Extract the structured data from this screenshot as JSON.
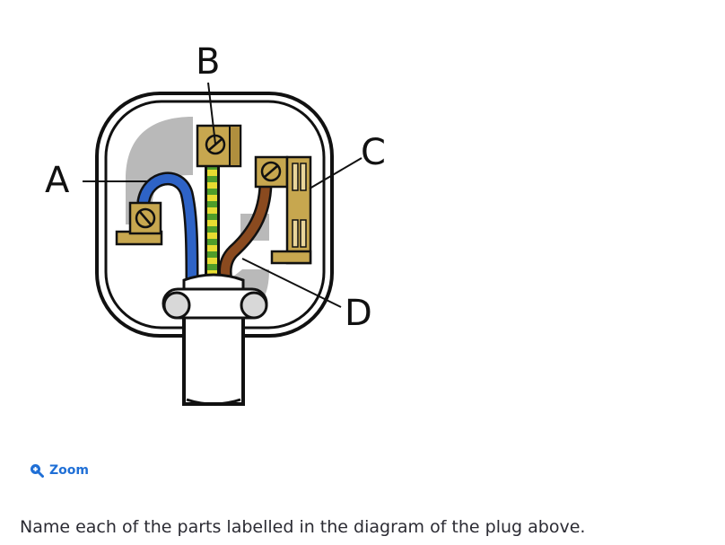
{
  "diagram": {
    "labels": {
      "a": "A",
      "b": "B",
      "c": "C",
      "d": "D"
    },
    "colors": {
      "live_wire": "#8a4a1f",
      "neutral_wire": "#2e63c6",
      "earth_stripe_green": "#4f9d2a",
      "earth_stripe_yellow": "#e7dc31",
      "brass": "#c7a74f",
      "casing_shadow": "#b9b9b9"
    }
  },
  "zoom": {
    "label": "Zoom",
    "icon": "zoom-in-icon"
  },
  "question": "Name each of the parts labelled in the diagram of the plug above."
}
